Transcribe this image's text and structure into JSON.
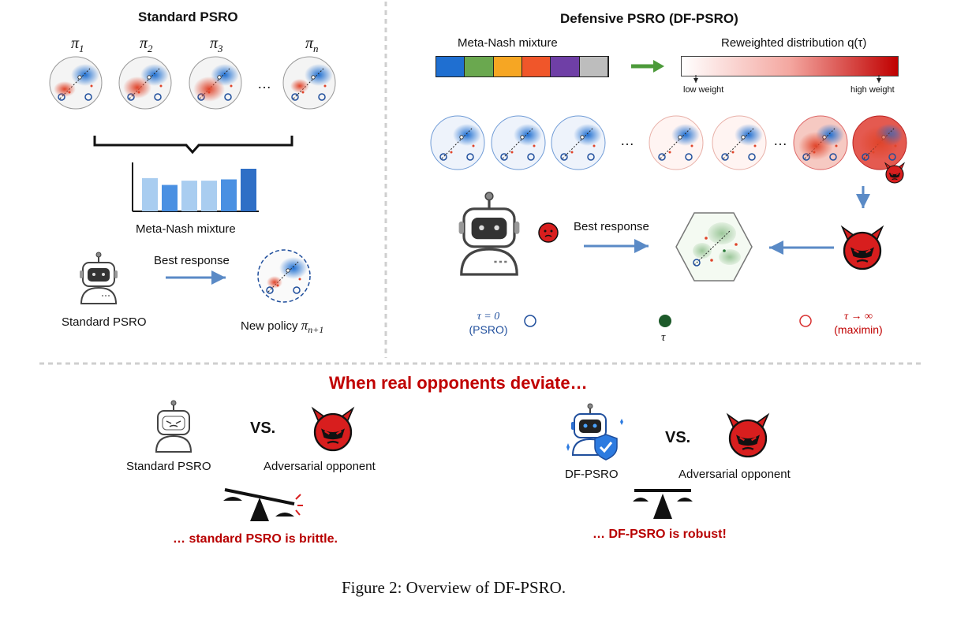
{
  "left_panel": {
    "title": "Standard PSRO",
    "policies": [
      "π",
      "π",
      "π",
      "π"
    ],
    "policy_subs": [
      "1",
      "2",
      "3",
      "n"
    ],
    "ellipsis": "…",
    "mixture_label": "Meta-Nash mixture",
    "mixture_bars": [
      0.78,
      0.62,
      0.72,
      0.72,
      0.75,
      1.0
    ],
    "agent_label": "Standard PSRO",
    "best_response": "Best response",
    "new_policy_prefix": "New policy ",
    "new_policy_pi": "π",
    "new_policy_sub": "n+1"
  },
  "right_panel": {
    "title": "Defensive PSRO (DF-PSRO)",
    "mixture_label": "Meta-Nash mixture",
    "mixture_colors": [
      "#1f6fd1",
      "#6aa84f",
      "#f6a623",
      "#f0562a",
      "#6f3fa6",
      "#bdbdbd"
    ],
    "reweighted_label": "Reweighted distribution q(τ)",
    "low_weight": "low weight",
    "high_weight": "high weight",
    "ellipsis": "…",
    "best_response": "Best response",
    "tau_zero": "τ = 0",
    "tau_zero_sub": "(PSRO)",
    "tau": "τ",
    "tau_inf": "τ → ∞",
    "tau_inf_sub": "(maximin)"
  },
  "bottom": {
    "headline": "When real opponents deviate…",
    "left_agent": "Standard PSRO",
    "vs": "VS.",
    "left_opponent": "Adversarial  opponent",
    "left_verdict": "… standard PSRO is brittle.",
    "right_agent": "DF-PSRO",
    "right_opponent": "Adversarial  opponent",
    "right_verdict": "… DF-PSRO is robust!"
  },
  "caption": "Figure 2: Overview of DF-PSRO.",
  "colors": {
    "accent_red": "#c00000",
    "blue": "#1f4e9c",
    "green_arrow": "#4c9a3a",
    "devil_red": "#d81e1e"
  }
}
